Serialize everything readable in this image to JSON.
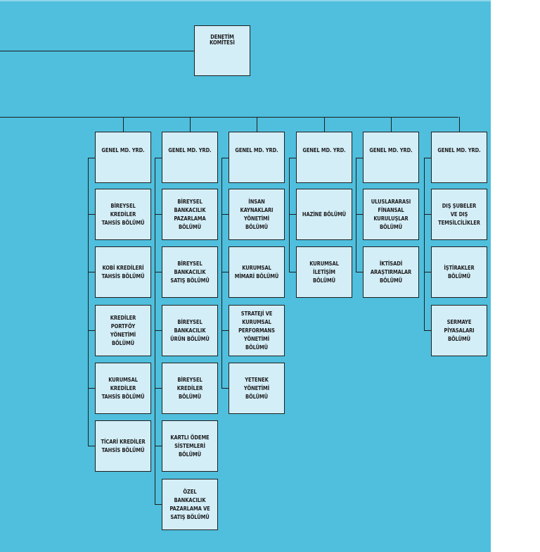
{
  "committee": {
    "label": "DENETİM\nKOMİTESİ"
  },
  "columns": [
    {
      "header": "GENEL MD. YRD.",
      "units": [
        "BİREYSEL\nKREDİLER\nTAHSİS BÖLÜMÜ",
        "KOBİ KREDİLERİ\nTAHSİS BÖLÜMÜ",
        "KREDİLER\nPORTFÖY\nYÖNETİMİ\nBÖLÜMÜ",
        "KURUMSAL\nKREDİLER\nTAHSİS BÖLÜMÜ",
        "TİCARİ KREDİLER\nTAHSİS BÖLÜMÜ"
      ]
    },
    {
      "header": "GENEL MD. YRD.",
      "units": [
        "BİREYSEL\nBANKACILIK\nPAZARLAMA\nBÖLÜMÜ",
        "BİREYSEL\nBANKACILIK\nSATIŞ BÖLÜMÜ",
        "BİREYSEL\nBANKACILIK\nÜRÜN BÖLÜMÜ",
        "BİREYSEL\nKREDİLER\nBÖLÜMÜ",
        "KARTLI ÖDEME\nSİSTEMLERİ\nBÖLÜMÜ",
        "ÖZEL\nBANKACILIK\nPAZARLAMA VE\nSATIŞ BÖLÜMÜ"
      ]
    },
    {
      "header": "GENEL MD. YRD.",
      "units": [
        "İNSAN\nKAYNAKLARI\nYÖNETİMİ\nBÖLÜMÜ",
        "KURUMSAL\nMİMARİ BÖLÜMÜ",
        "STRATEJİ VE\nKURUMSAL\nPERFORMANS\nYÖNETİMİ\nBÖLÜMÜ",
        "YETENEK\nYÖNETİMİ\nBÖLÜMÜ"
      ]
    },
    {
      "header": "GENEL MD. YRD.",
      "units": [
        "HAZİNE BÖLÜMÜ",
        "KURUMSAL\nİLETİŞİM\nBÖLÜMÜ"
      ]
    },
    {
      "header": "GENEL MD. YRD.",
      "units": [
        "ULUSLARARASI\nFİNANSAL\nKURULUŞLAR\nBÖLÜMÜ",
        "İKTİSADİ\nARAŞTIRMALAR\nBÖLÜMÜ"
      ]
    },
    {
      "header": "GENEL MD. YRD.",
      "units": [
        "DIŞ ŞUBELER\nVE DIŞ\nTEMSİLCİLİKLER",
        "İŞTİRAKLER\nBÖLÜMÜ",
        "SERMAYE\nPİYASALARI\nBÖLÜMÜ"
      ]
    }
  ],
  "colors": {
    "background": "#4fbfdd",
    "box_fill": "#d4eef8",
    "line": "#1d1d1d"
  }
}
